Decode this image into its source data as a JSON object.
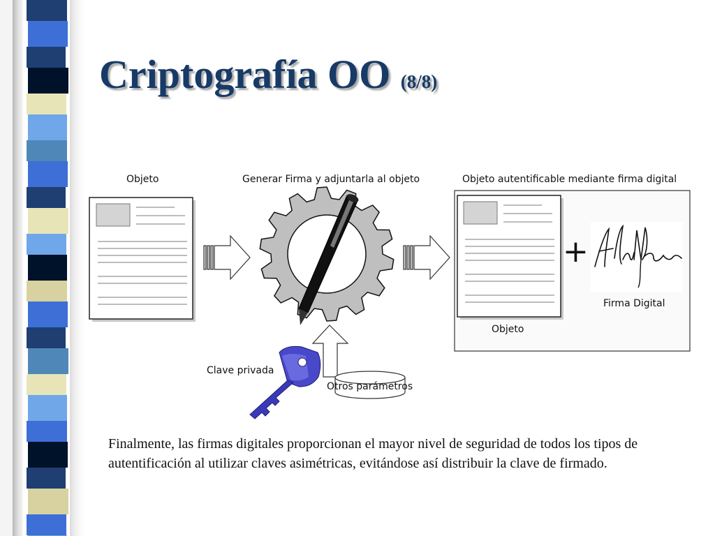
{
  "slide": {
    "title": "Criptografía OO",
    "title_suffix": "(8/8)",
    "body": "Finalmente, las firmas digitales proporcionan el mayor nivel de seguridad de todos los tipos de autentificación al utilizar claves asimétricas, evitándose así distribuir la clave de firmado."
  },
  "diagram": {
    "label_object": "Objeto",
    "label_generate": "Generar Firma y adjuntarla al objeto",
    "label_result": "Objeto autentificable mediante firma digital",
    "label_object_inner": "Objeto",
    "label_signature": "Firma Digital",
    "label_private_key": "Clave privada",
    "label_other_params": "Otros parámetros",
    "plus_sign": "+"
  },
  "theme": {
    "title_color": "#173a66",
    "stripe_colors": [
      "#1f3f73",
      "#3d6fd6",
      "#e7e5b8",
      "#00112a",
      "#6fa7e8",
      "#4f88b8",
      "#d8d2a0"
    ]
  }
}
